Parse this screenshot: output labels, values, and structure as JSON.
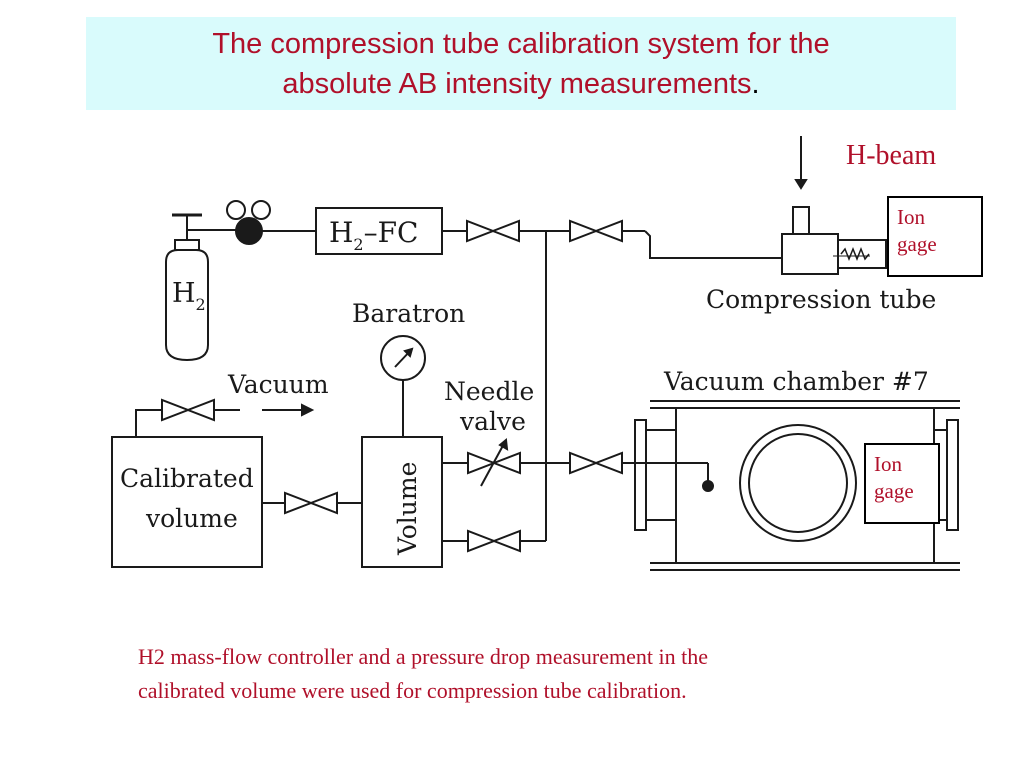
{
  "title": {
    "line1": "The compression tube calibration system for the",
    "line2": "absolute AB intensity measurements",
    "end": "."
  },
  "beam": {
    "label": "H-beam"
  },
  "ion_gage_top": {
    "line1": "Ion",
    "line2": "gage"
  },
  "ion_gage_bottom": {
    "line1": "Ion",
    "line2": "gage"
  },
  "diagram": {
    "h2_cylinder_main": "H",
    "h2_cylinder_sub": "2",
    "flow_controller_main": "H",
    "flow_controller_sub": "2",
    "flow_controller_suffix": "–FC",
    "compression_tube": "Compression tube",
    "baratron": "Baratron",
    "vacuum": "Vacuum",
    "needle_valve_line1": "Needle",
    "needle_valve_line2": "valve",
    "calibrated_line1": "Calibrated",
    "calibrated_line2": "volume",
    "volume": "Volume",
    "vacuum_chamber": "Vacuum chamber #7"
  },
  "caption": {
    "line1": "H2 mass-flow controller and a pressure drop measurement in the",
    "line2": "calibrated volume were used for compression tube calibration."
  },
  "colors": {
    "title_bg": "#d9fbfc",
    "accent": "#b0102a",
    "line": "#1a1a1a"
  }
}
